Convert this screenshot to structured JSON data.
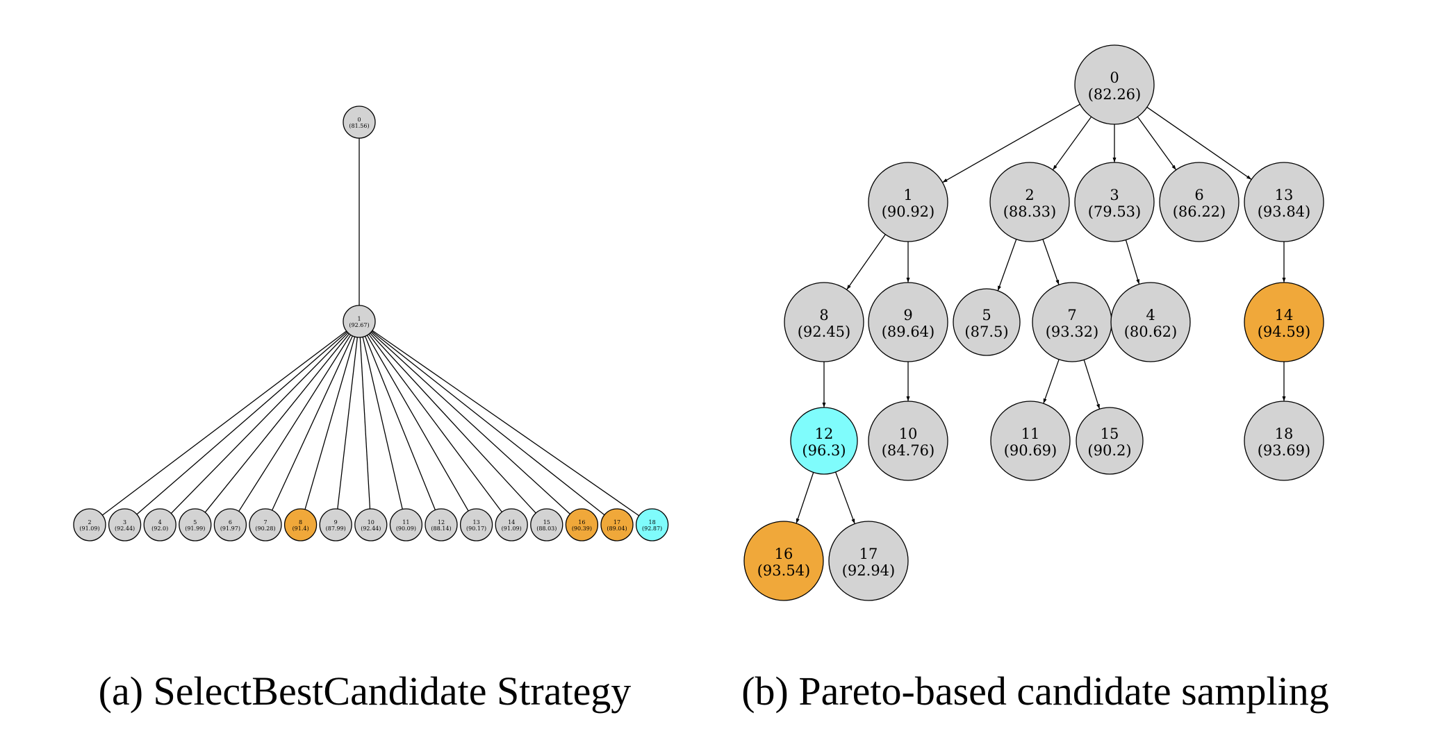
{
  "colors": {
    "default": "#d3d3d3",
    "orange": "#f0a83a",
    "cyan": "#7ffcfc"
  },
  "panels": [
    {
      "caption": "(a) SelectBestCandidate Strategy",
      "nodes": [
        {
          "id": "0",
          "score": "(81.56)",
          "color": "default"
        },
        {
          "id": "1",
          "score": "(92.67)",
          "color": "default"
        },
        {
          "id": "2",
          "score": "(91.09)",
          "color": "default"
        },
        {
          "id": "3",
          "score": "(92.44)",
          "color": "default"
        },
        {
          "id": "4",
          "score": "(92.0)",
          "color": "default"
        },
        {
          "id": "5",
          "score": "(91.99)",
          "color": "default"
        },
        {
          "id": "6",
          "score": "(91.97)",
          "color": "default"
        },
        {
          "id": "7",
          "score": "(90.28)",
          "color": "default"
        },
        {
          "id": "8",
          "score": "(91.4)",
          "color": "orange"
        },
        {
          "id": "9",
          "score": "(87.99)",
          "color": "default"
        },
        {
          "id": "10",
          "score": "(92.44)",
          "color": "default"
        },
        {
          "id": "11",
          "score": "(90.09)",
          "color": "default"
        },
        {
          "id": "12",
          "score": "(88.14)",
          "color": "default"
        },
        {
          "id": "13",
          "score": "(90.17)",
          "color": "default"
        },
        {
          "id": "14",
          "score": "(91.09)",
          "color": "default"
        },
        {
          "id": "15",
          "score": "(88.03)",
          "color": "default"
        },
        {
          "id": "16",
          "score": "(90.39)",
          "color": "orange"
        },
        {
          "id": "17",
          "score": "(89.04)",
          "color": "orange"
        },
        {
          "id": "18",
          "score": "(92.87)",
          "color": "cyan"
        }
      ],
      "edges": [
        [
          "0",
          "1"
        ],
        [
          "1",
          "2"
        ],
        [
          "1",
          "3"
        ],
        [
          "1",
          "4"
        ],
        [
          "1",
          "5"
        ],
        [
          "1",
          "6"
        ],
        [
          "1",
          "7"
        ],
        [
          "1",
          "8"
        ],
        [
          "1",
          "9"
        ],
        [
          "1",
          "10"
        ],
        [
          "1",
          "11"
        ],
        [
          "1",
          "12"
        ],
        [
          "1",
          "13"
        ],
        [
          "1",
          "14"
        ],
        [
          "1",
          "15"
        ],
        [
          "1",
          "16"
        ],
        [
          "1",
          "17"
        ],
        [
          "1",
          "18"
        ]
      ]
    },
    {
      "caption": "(b) Pareto-based candidate sampling",
      "nodes": [
        {
          "id": "0",
          "score": "(82.26)",
          "color": "default"
        },
        {
          "id": "1",
          "score": "(90.92)",
          "color": "default"
        },
        {
          "id": "2",
          "score": "(88.33)",
          "color": "default"
        },
        {
          "id": "3",
          "score": "(79.53)",
          "color": "default"
        },
        {
          "id": "6",
          "score": "(86.22)",
          "color": "default"
        },
        {
          "id": "13",
          "score": "(93.84)",
          "color": "default"
        },
        {
          "id": "8",
          "score": "(92.45)",
          "color": "default"
        },
        {
          "id": "9",
          "score": "(89.64)",
          "color": "default"
        },
        {
          "id": "5",
          "score": "(87.5)",
          "color": "default"
        },
        {
          "id": "7",
          "score": "(93.32)",
          "color": "default"
        },
        {
          "id": "4",
          "score": "(80.62)",
          "color": "default"
        },
        {
          "id": "14",
          "score": "(94.59)",
          "color": "orange"
        },
        {
          "id": "12",
          "score": "(96.3)",
          "color": "cyan"
        },
        {
          "id": "10",
          "score": "(84.76)",
          "color": "default"
        },
        {
          "id": "11",
          "score": "(90.69)",
          "color": "default"
        },
        {
          "id": "15",
          "score": "(90.2)",
          "color": "default"
        },
        {
          "id": "18",
          "score": "(93.69)",
          "color": "default"
        },
        {
          "id": "16",
          "score": "(93.54)",
          "color": "orange"
        },
        {
          "id": "17",
          "score": "(92.94)",
          "color": "default"
        }
      ],
      "edges": [
        [
          "0",
          "1"
        ],
        [
          "0",
          "2"
        ],
        [
          "0",
          "3"
        ],
        [
          "0",
          "6"
        ],
        [
          "0",
          "13"
        ],
        [
          "1",
          "8"
        ],
        [
          "1",
          "9"
        ],
        [
          "2",
          "5"
        ],
        [
          "2",
          "7"
        ],
        [
          "3",
          "4"
        ],
        [
          "13",
          "14"
        ],
        [
          "8",
          "12"
        ],
        [
          "9",
          "10"
        ],
        [
          "7",
          "11"
        ],
        [
          "7",
          "15"
        ],
        [
          "14",
          "18"
        ],
        [
          "12",
          "16"
        ],
        [
          "12",
          "17"
        ]
      ]
    }
  ]
}
